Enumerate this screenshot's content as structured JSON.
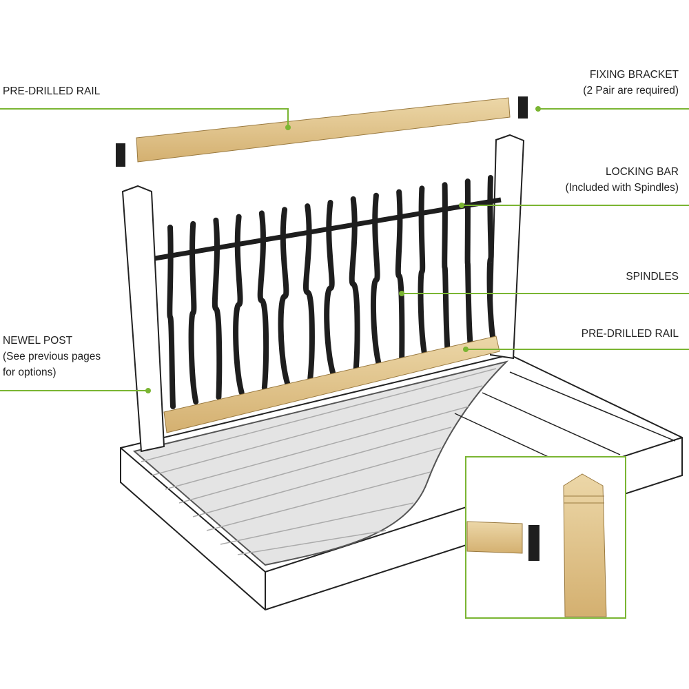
{
  "colors": {
    "callout": "#7ab532",
    "wood": "#e2c48d",
    "metal": "#1e1e1e"
  },
  "labels": {
    "top_rail": {
      "title": "PRE-DRILLED RAIL"
    },
    "fixing_bracket": {
      "title": "FIXING BRACKET",
      "note": "(2 Pair are required)"
    },
    "locking_bar": {
      "title": "LOCKING BAR",
      "note": "(Included with Spindles)"
    },
    "spindles": {
      "title": "SPINDLES"
    },
    "bottom_rail": {
      "title": "PRE-DRILLED RAIL"
    },
    "newel_post": {
      "title": "NEWEL POST",
      "note1": "(See previous pages",
      "note2": "for options)"
    }
  }
}
